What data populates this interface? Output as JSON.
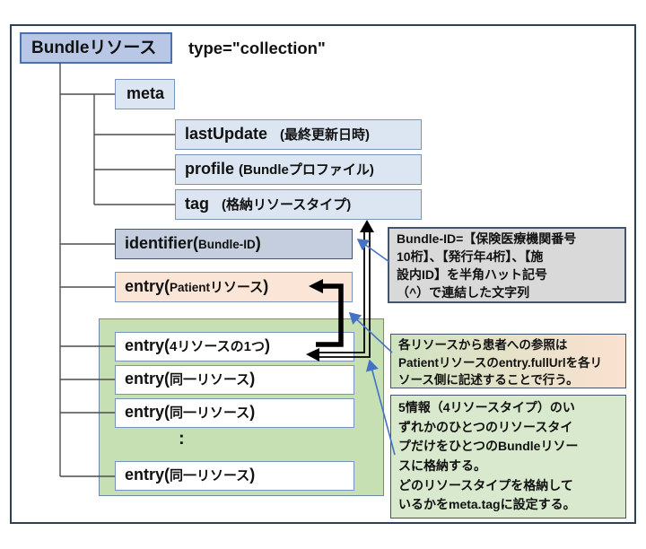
{
  "diagram": {
    "root": {
      "label": "Bundleリソース",
      "type_attr": "type=\"collection\""
    },
    "meta": {
      "label": "meta"
    },
    "meta_children": {
      "lastUpdate": {
        "main": "lastUpdate",
        "sub": "(最終更新日時)"
      },
      "profile": {
        "main": "profile",
        "sub": "(Bundleプロファイル)"
      },
      "tag": {
        "main": "tag",
        "sub": "(格納リソースタイプ)"
      }
    },
    "identifier": {
      "p0": "identifier(",
      "p1": "Bundle-ID",
      "p2": ")"
    },
    "entry_patient": {
      "p0": "entry(",
      "p1": "Patient",
      "p2": "リソース",
      "p3": ")"
    },
    "entries": {
      "e1": {
        "p0": "entry(",
        "p1": "4リソースの1つ",
        "p2": ")"
      },
      "e2": {
        "p0": "entry(",
        "p1": "同一リソース",
        "p2": ")"
      },
      "e3": {
        "p0": "entry(",
        "p1": "同一リソース",
        "p2": ")"
      },
      "e4": {
        "p0": "entry(",
        "p1": "同一リソース",
        "p2": ")"
      },
      "ellipsis": ":"
    },
    "notes": {
      "bundle_id": {
        "lines": [
          "Bundle-ID=【保険医療機関番号",
          "10桁】、【発行年4桁】、【施",
          "設内ID】を半角ハット記号",
          "（^）で連結した文字列"
        ]
      },
      "patient_ref": {
        "lines": [
          "各リソースから患者への参照は",
          "Patientリソースのentry.fullUrlを各リ",
          "ソース側に記述することで行う。"
        ]
      },
      "resource_type": {
        "lines": [
          "5情報（4リソースタイプ）のい",
          "ずれかのひとつのリソースタイ",
          "プだけをひとつのBundleリソー",
          "スに格納する。",
          "どのリソースタイプを格納して",
          "いるかをmeta.tagに設定する。"
        ]
      }
    }
  },
  "colors": {
    "root-fill": "#b7c7e5",
    "root-border": "#4a70ad",
    "light-fill": "#dce6f2",
    "node-border": "#7a93bd",
    "identifier-fill": "#c4cede",
    "patient-fill": "#fbe5d6",
    "green-fill": "#c6e0b4",
    "green-border": "#6e88a8",
    "gray-note-fill": "#d9d9d9",
    "grad-from": "#cfe3c1",
    "grad-to": "#fbe1d0",
    "green-note-fill": "#d8e9cd",
    "dark-border": "#44546a",
    "frame-border": "#2e4057",
    "tree-line": "#4d4d4d",
    "arrow-black": "#000000",
    "arrow-blue": "#4472c4"
  }
}
